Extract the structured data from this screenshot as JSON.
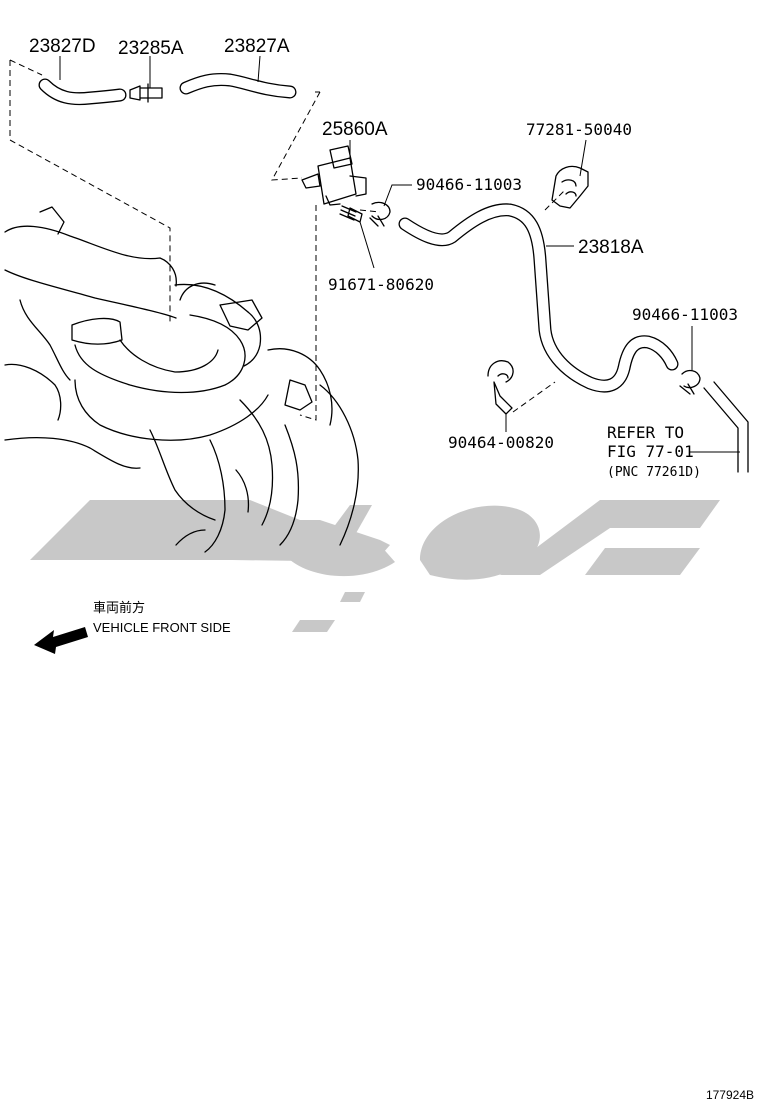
{
  "parts": {
    "p_23827d": "23827D",
    "p_23285a": "23285A",
    "p_23827a": "23827A",
    "p_25860a": "25860A",
    "p_77281": "77281-50040",
    "p_90466_top": "90466-11003",
    "p_23818a": "23818A",
    "p_91671": "91671-80620",
    "p_90466_right": "90466-11003",
    "p_90464": "90464-00820"
  },
  "refer": {
    "line1": "REFER TO",
    "line2": "FIG 77-01",
    "line3": "(PNC 77261D)"
  },
  "front": {
    "japanese": "車両前方",
    "english": "VEHICLE FRONT SIDE"
  },
  "figure_id": "177924B",
  "watermark_color": "#c8c8c8"
}
